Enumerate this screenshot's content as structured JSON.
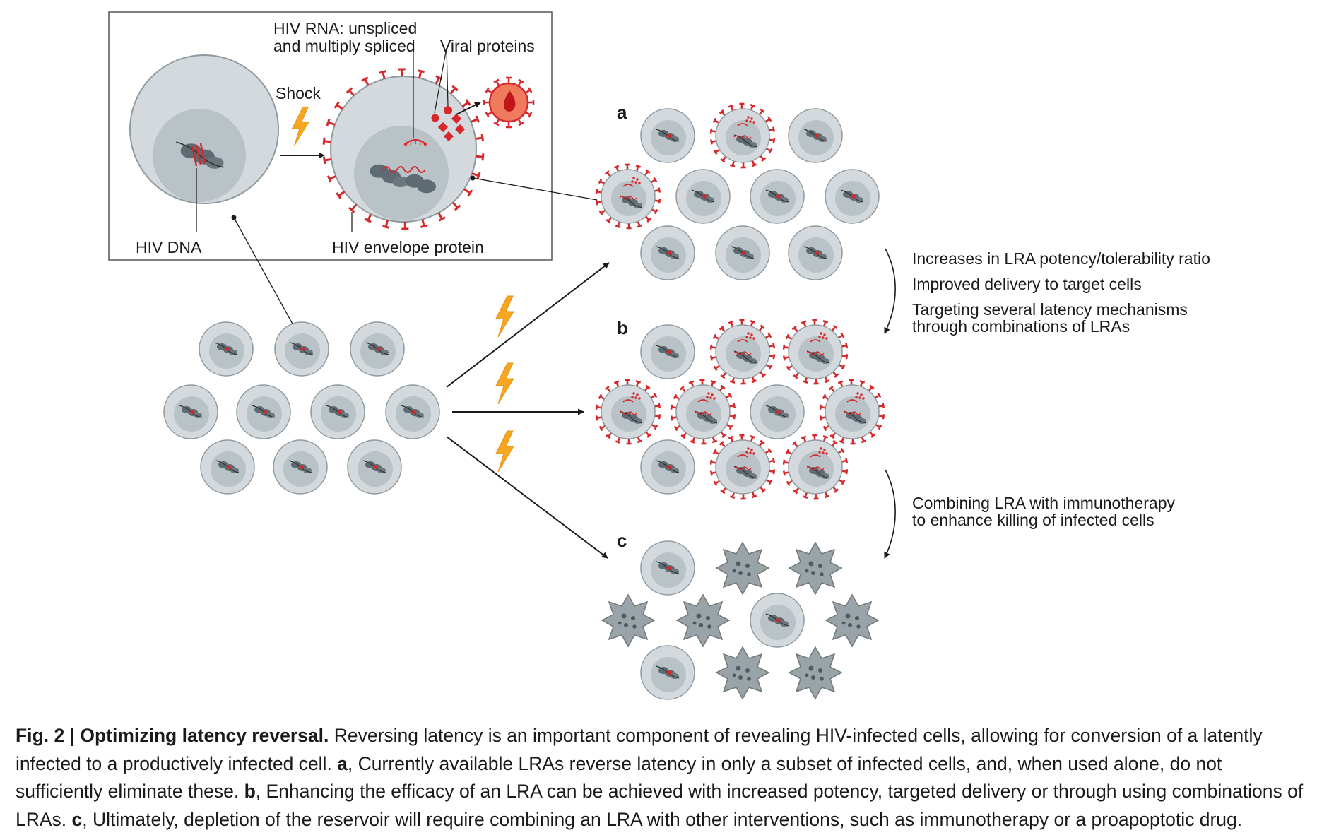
{
  "inset": {
    "hiv_rna_line1": "HIV RNA: unspliced",
    "hiv_rna_line2": "and multiply spliced",
    "viral_proteins": "Viral proteins",
    "shock": "Shock",
    "hiv_dna": "HIV DNA",
    "envelope": "HIV envelope protein"
  },
  "panels": {
    "a": "a",
    "b": "b",
    "c": "c"
  },
  "notes": {
    "ab_line1": "Increases in LRA potency/tolerability ratio",
    "ab_line2": "Improved delivery to target cells",
    "ab_line3": "Targeting several latency mechanisms",
    "ab_line4": "through combinations of LRAs",
    "bc_line1": "Combining LRA with immunotherapy",
    "bc_line2": "to enhance killing of infected cells"
  },
  "caption": {
    "label": "Fig. 2 | Optimizing latency reversal.",
    "intro": " Reversing latency is an important component of revealing HIV-infected cells, allowing for conversion of a latently infected to a productively infected cell. ",
    "a_label": "a",
    "a_text": ", Currently available LRAs reverse latency in only a subset of infected cells, and, when used alone, do not sufficiently eliminate these. ",
    "b_label": "b",
    "b_text": ", Enhancing the efficacy of an LRA can be achieved with increased potency, targeted delivery or through using combinations of LRAs. ",
    "c_label": "c",
    "c_text": ", Ultimately, depletion of the reservoir will require combining an LRA with other interventions, such as immunotherapy or a proapoptotic drug."
  },
  "colors": {
    "cell_outer": "#d3d9dc",
    "cell_inner": "#b8c2c7",
    "cell_stroke": "#8f9a9f",
    "virus_red": "#d6282b",
    "lightning": "#f5a623",
    "dead_cell": "#9aa3a8",
    "virion_fill": "#f07a5e"
  }
}
